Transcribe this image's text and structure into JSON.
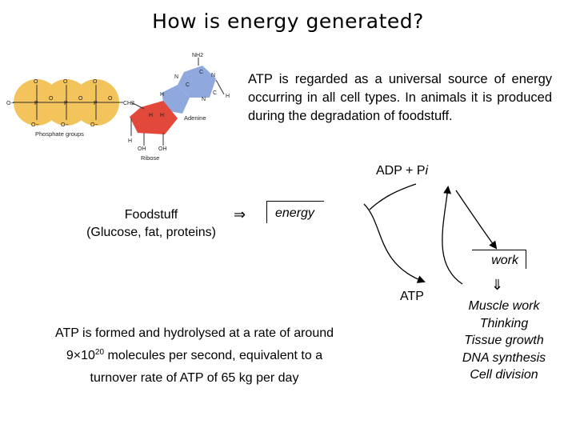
{
  "title": "How is energy generated?",
  "description": "ATP is regarded as a universal source of energy occurring in all cell types. In animals it is produced during the degradation of foodstuff.",
  "cycle": {
    "adp_prefix": "ADP + P",
    "adp_italic": "i",
    "energy": "energy",
    "work": "work",
    "atp": "ATP",
    "arrow_right": "⇒",
    "arrow_down": "⇓"
  },
  "foodstuff": {
    "line1": "Foodstuff",
    "line2": "(Glucose, fat, proteins)"
  },
  "uses": [
    "Muscle work",
    "Thinking",
    "Tissue growth",
    "DNA synthesis",
    "Cell division"
  ],
  "facts": {
    "line1": "ATP is formed and hydrolysed at a rate of around",
    "mantissa": "9×10",
    "exponent": "20",
    "line2_rest": " molecules per second, equivalent to a",
    "line3": "turnover rate of ATP of 65 kg per day"
  },
  "molecule": {
    "nh2": "NH2",
    "phosphate_label": "Phosphate groups",
    "adenine_label": "Adenine",
    "ribose_label": "Ribose",
    "ch2": "CH2",
    "oh": "OH",
    "p": "P",
    "o": "O",
    "o_minus": "O−",
    "h": "H",
    "n": "N",
    "c": "C",
    "colors": {
      "phosphate": "#f3c35c",
      "adenine": "#8fa9de",
      "ribose": "#e2493b"
    }
  },
  "colors": {
    "text": "#000000",
    "background": "#ffffff"
  }
}
